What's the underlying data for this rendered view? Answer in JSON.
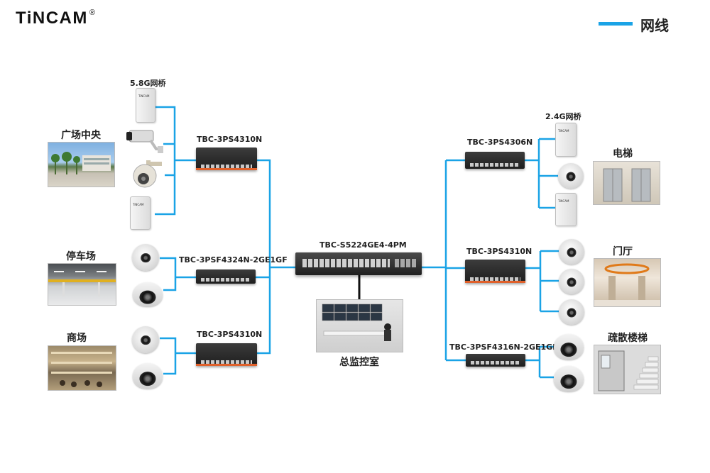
{
  "brand": {
    "logo": "TiNCAM",
    "registered": "®"
  },
  "legend": {
    "label": "网线",
    "color": "#1aa3e6"
  },
  "core_switch": {
    "label": "TBC-S5224GE4-4PM"
  },
  "control_room": {
    "label": "总监控室"
  },
  "left_groups": [
    {
      "area": "广场中央",
      "switch": "TBC-3PS4310N",
      "bridge_label": "5.8G网桥"
    },
    {
      "area": "停车场",
      "switch": "TBC-3PSF4324N-2GE1GF"
    },
    {
      "area": "商场",
      "switch": "TBC-3PS4310N"
    }
  ],
  "right_groups": [
    {
      "area": "电梯",
      "switch": "TBC-3PS4306N",
      "bridge_label": "2.4G网桥"
    },
    {
      "area": "门厅",
      "switch": "TBC-3PS4310N"
    },
    {
      "area": "疏散楼梯",
      "switch": "TBC-3PSF4316N-2GE1GF"
    }
  ],
  "icons": [
    "wireless-bridge-icon",
    "bullet-camera-icon",
    "ptz-camera-icon",
    "dome-camera-icon",
    "switch-icon"
  ]
}
